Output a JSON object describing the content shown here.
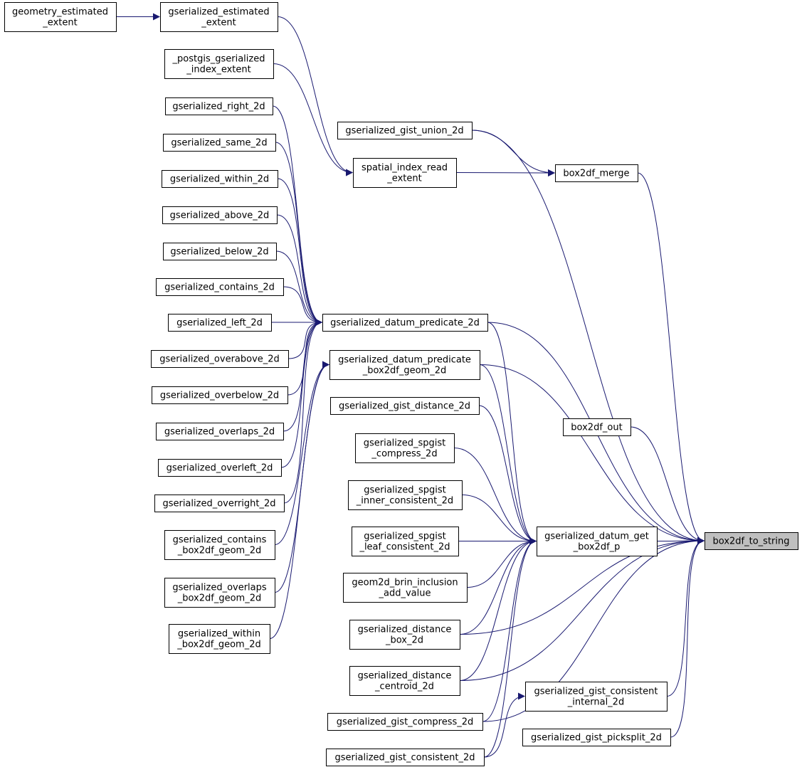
{
  "diagram": {
    "target": "box2df_to_string",
    "nodes": {
      "geometry_estimated_extent": [
        "geometry_estimated",
        "_extent"
      ],
      "gserialized_estimated_extent": [
        "gserialized_estimated",
        "_extent"
      ],
      "postgis_gserialized_index_extent": [
        "_postgis_gserialized",
        "_index_extent"
      ],
      "gserialized_right_2d": [
        "gserialized_right_2d"
      ],
      "gserialized_same_2d": [
        "gserialized_same_2d"
      ],
      "gserialized_within_2d": [
        "gserialized_within_2d"
      ],
      "gserialized_above_2d": [
        "gserialized_above_2d"
      ],
      "gserialized_below_2d": [
        "gserialized_below_2d"
      ],
      "gserialized_contains_2d": [
        "gserialized_contains_2d"
      ],
      "gserialized_left_2d": [
        "gserialized_left_2d"
      ],
      "gserialized_overabove_2d": [
        "gserialized_overabove_2d"
      ],
      "gserialized_overbelow_2d": [
        "gserialized_overbelow_2d"
      ],
      "gserialized_overlaps_2d": [
        "gserialized_overlaps_2d"
      ],
      "gserialized_overleft_2d": [
        "gserialized_overleft_2d"
      ],
      "gserialized_overright_2d": [
        "gserialized_overright_2d"
      ],
      "gserialized_contains_box2df_geom_2d": [
        "gserialized_contains",
        "_box2df_geom_2d"
      ],
      "gserialized_overlaps_box2df_geom_2d": [
        "gserialized_overlaps",
        "_box2df_geom_2d"
      ],
      "gserialized_within_box2df_geom_2d": [
        "gserialized_within",
        "_box2df_geom_2d"
      ],
      "gserialized_gist_union_2d": [
        "gserialized_gist_union_2d"
      ],
      "spatial_index_read_extent": [
        "spatial_index_read",
        "_extent"
      ],
      "gserialized_datum_predicate_2d": [
        "gserialized_datum_predicate_2d"
      ],
      "gserialized_datum_predicate_box2df_geom_2d": [
        "gserialized_datum_predicate",
        "_box2df_geom_2d"
      ],
      "gserialized_gist_distance_2d": [
        "gserialized_gist_distance_2d"
      ],
      "gserialized_spgist_compress_2d": [
        "gserialized_spgist",
        "_compress_2d"
      ],
      "gserialized_spgist_inner_consistent_2d": [
        "gserialized_spgist",
        "_inner_consistent_2d"
      ],
      "gserialized_spgist_leaf_consistent_2d": [
        "gserialized_spgist",
        "_leaf_consistent_2d"
      ],
      "geom2d_brin_inclusion_add_value": [
        "geom2d_brin_inclusion",
        "_add_value"
      ],
      "gserialized_distance_box_2d": [
        "gserialized_distance",
        "_box_2d"
      ],
      "gserialized_distance_centroid_2d": [
        "gserialized_distance",
        "_centroid_2d"
      ],
      "gserialized_gist_compress_2d": [
        "gserialized_gist_compress_2d"
      ],
      "gserialized_gist_consistent_2d": [
        "gserialized_gist_consistent_2d"
      ],
      "box2df_merge": [
        "box2df_merge"
      ],
      "box2df_out": [
        "box2df_out"
      ],
      "gserialized_datum_get_box2df_p": [
        "gserialized_datum_get",
        "_box2df_p"
      ],
      "gserialized_gist_consistent_internal_2d": [
        "gserialized_gist_consistent",
        "_internal_2d"
      ],
      "gserialized_gist_picksplit_2d": [
        "gserialized_gist_picksplit_2d"
      ],
      "box2df_to_string": [
        "box2df_to_string"
      ]
    },
    "edges": [
      [
        "geometry_estimated_extent",
        "gserialized_estimated_extent"
      ],
      [
        "gserialized_estimated_extent",
        "spatial_index_read_extent"
      ],
      [
        "postgis_gserialized_index_extent",
        "spatial_index_read_extent"
      ],
      [
        "gserialized_right_2d",
        "gserialized_datum_predicate_2d"
      ],
      [
        "gserialized_same_2d",
        "gserialized_datum_predicate_2d"
      ],
      [
        "gserialized_within_2d",
        "gserialized_datum_predicate_2d"
      ],
      [
        "gserialized_above_2d",
        "gserialized_datum_predicate_2d"
      ],
      [
        "gserialized_below_2d",
        "gserialized_datum_predicate_2d"
      ],
      [
        "gserialized_contains_2d",
        "gserialized_datum_predicate_2d"
      ],
      [
        "gserialized_left_2d",
        "gserialized_datum_predicate_2d"
      ],
      [
        "gserialized_overabove_2d",
        "gserialized_datum_predicate_2d"
      ],
      [
        "gserialized_overbelow_2d",
        "gserialized_datum_predicate_2d"
      ],
      [
        "gserialized_overlaps_2d",
        "gserialized_datum_predicate_2d"
      ],
      [
        "gserialized_overleft_2d",
        "gserialized_datum_predicate_2d"
      ],
      [
        "gserialized_overright_2d",
        "gserialized_datum_predicate_2d"
      ],
      [
        "gserialized_contains_box2df_geom_2d",
        "gserialized_datum_predicate_box2df_geom_2d"
      ],
      [
        "gserialized_overlaps_box2df_geom_2d",
        "gserialized_datum_predicate_box2df_geom_2d"
      ],
      [
        "gserialized_within_box2df_geom_2d",
        "gserialized_datum_predicate_box2df_geom_2d"
      ],
      [
        "gserialized_gist_union_2d",
        "box2df_merge"
      ],
      [
        "spatial_index_read_extent",
        "box2df_merge"
      ],
      [
        "gserialized_datum_predicate_2d",
        "gserialized_datum_get_box2df_p"
      ],
      [
        "gserialized_datum_predicate_box2df_geom_2d",
        "gserialized_datum_get_box2df_p"
      ],
      [
        "gserialized_gist_distance_2d",
        "gserialized_datum_get_box2df_p"
      ],
      [
        "gserialized_spgist_compress_2d",
        "gserialized_datum_get_box2df_p"
      ],
      [
        "gserialized_spgist_inner_consistent_2d",
        "gserialized_datum_get_box2df_p"
      ],
      [
        "gserialized_spgist_leaf_consistent_2d",
        "gserialized_datum_get_box2df_p"
      ],
      [
        "geom2d_brin_inclusion_add_value",
        "gserialized_datum_get_box2df_p"
      ],
      [
        "gserialized_distance_box_2d",
        "gserialized_datum_get_box2df_p"
      ],
      [
        "gserialized_distance_centroid_2d",
        "gserialized_datum_get_box2df_p"
      ],
      [
        "gserialized_gist_compress_2d",
        "gserialized_datum_get_box2df_p"
      ],
      [
        "gserialized_gist_consistent_2d",
        "gserialized_datum_get_box2df_p"
      ],
      [
        "gserialized_gist_consistent_2d",
        "gserialized_gist_consistent_internal_2d"
      ],
      [
        "gserialized_gist_union_2d",
        "box2df_to_string"
      ],
      [
        "box2df_merge",
        "box2df_to_string"
      ],
      [
        "gserialized_datum_predicate_2d",
        "box2df_to_string"
      ],
      [
        "gserialized_datum_predicate_box2df_geom_2d",
        "box2df_to_string"
      ],
      [
        "box2df_out",
        "box2df_to_string"
      ],
      [
        "gserialized_datum_get_box2df_p",
        "box2df_to_string"
      ],
      [
        "gserialized_distance_box_2d",
        "box2df_to_string"
      ],
      [
        "gserialized_distance_centroid_2d",
        "box2df_to_string"
      ],
      [
        "gserialized_gist_compress_2d",
        "box2df_to_string"
      ],
      [
        "gserialized_gist_consistent_internal_2d",
        "box2df_to_string"
      ],
      [
        "gserialized_gist_picksplit_2d",
        "box2df_to_string"
      ]
    ]
  }
}
